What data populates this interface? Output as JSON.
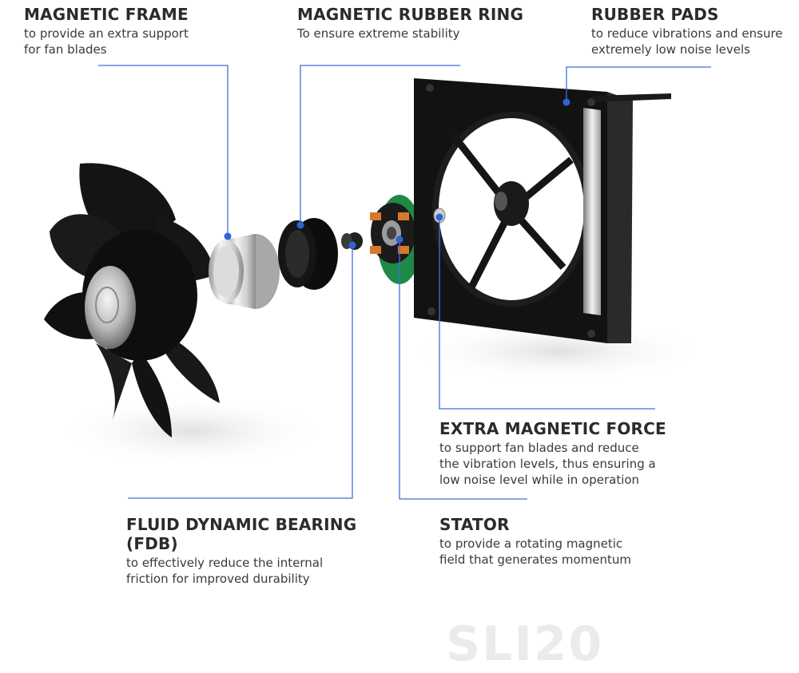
{
  "labels": {
    "magnetic_frame": {
      "title": "MAGNETIC FRAME",
      "desc_line1": "to provide an extra support",
      "desc_line2": "for fan blades"
    },
    "magnetic_rubber_ring": {
      "title": "MAGNETIC RUBBER RING",
      "desc_line1": "To ensure extreme stability"
    },
    "rubber_pads": {
      "title": "RUBBER PADS",
      "desc_line1": "to reduce vibrations and ensure",
      "desc_line2": "extremely low noise levels"
    },
    "extra_magnetic_force": {
      "title": "EXTRA MAGNETIC FORCE",
      "desc_line1": "to support fan blades and reduce",
      "desc_line2": "the vibration levels, thus ensuring a",
      "desc_line3": "low noise level while in operation"
    },
    "fdb": {
      "title_line1": "FLUID DYNAMIC BEARING",
      "title_line2": "(FDB)",
      "desc_line1": "to effectively reduce the internal",
      "desc_line2": "friction for improved durability"
    },
    "stator": {
      "title": "STATOR",
      "desc_line1": "to provide a rotating magnetic",
      "desc_line2": "field that generates momentum"
    }
  },
  "watermark": "SLI20",
  "colors": {
    "leader_line": "#3b6fe0",
    "dot": "#2f63d8",
    "fan_black": "#151515",
    "stator_green": "#1e8a45",
    "copper": "#d9772a"
  }
}
